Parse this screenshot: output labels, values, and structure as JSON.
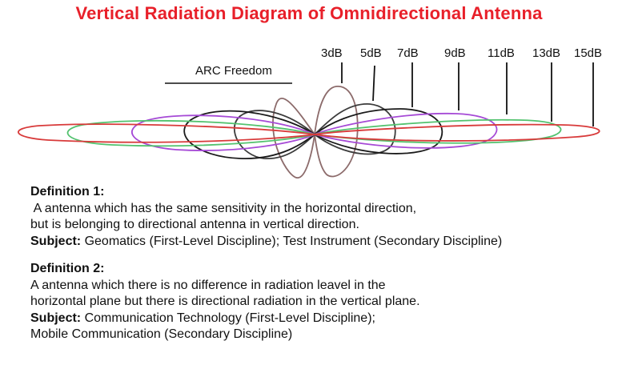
{
  "title": "Vertical Radiation Diagram of Omnidirectional Antenna",
  "diagram": {
    "arc_label": "ARC Freedom",
    "gain_labels": [
      "3dB",
      "5dB",
      "7dB",
      "9dB",
      "11dB",
      "13dB",
      "15dB"
    ],
    "pattern_colors": [
      "#8c6b6b",
      "#3c3c3c",
      "#1a1a1a",
      "#a64ad6",
      "#52c26e",
      "#d83a3a"
    ]
  },
  "definitions": [
    {
      "title": "Definition 1:",
      "lines": [
        " A antenna which has the same sensitivity in the horizontal direction,",
        "but is belonging to directional antenna in vertical direction."
      ],
      "subject_key": "Subject:",
      "subject_lines": [
        " Geomatics (First-Level Discipline); Test Instrument (Secondary Discipline)"
      ]
    },
    {
      "title": "Definition 2:",
      "lines": [
        "A antenna which there is no difference in radiation leavel in the",
        "horizontal plane but there is directional radiation in the vertical plane."
      ],
      "subject_key": "Subject:",
      "subject_lines": [
        " Communication Technology (First-Level Discipline);",
        "Mobile Communication (Secondary Discipline)"
      ]
    }
  ]
}
